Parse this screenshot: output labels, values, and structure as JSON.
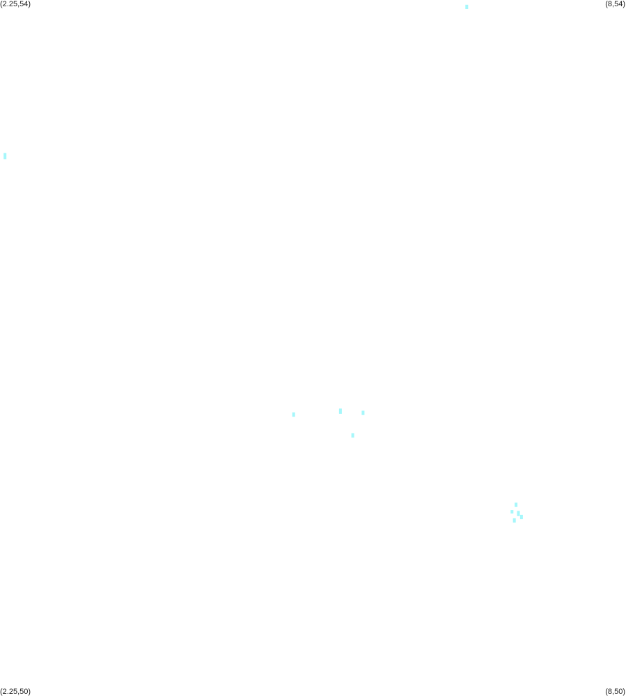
{
  "corners": {
    "top_left": "(2.25,54)",
    "top_right": "(8,54)",
    "bottom_left": "(2.25,50)",
    "bottom_right": "(8,50)"
  },
  "extent": {
    "x_min": 2.25,
    "x_max": 8,
    "y_min": 50,
    "y_max": 54
  },
  "marker_color": "#a6f7fb",
  "chart_data": {
    "type": "scatter",
    "xlim": [
      2.25,
      8
    ],
    "ylim": [
      50,
      54
    ],
    "points": [
      {
        "x": 6.537,
        "y": 53.96,
        "w": 0.0064,
        "h": 0.025
      },
      {
        "x": 2.296,
        "y": 53.1,
        "w": 0.0064,
        "h": 0.035
      },
      {
        "x": 4.947,
        "y": 51.61,
        "w": 0.0128,
        "h": 0.025
      },
      {
        "x": 5.377,
        "y": 51.63,
        "w": 0.0128,
        "h": 0.03
      },
      {
        "x": 5.585,
        "y": 51.62,
        "w": 0.0128,
        "h": 0.025
      },
      {
        "x": 5.49,
        "y": 51.49,
        "w": 0.0128,
        "h": 0.025
      },
      {
        "x": 6.99,
        "y": 51.09,
        "w": 0.0096,
        "h": 0.025
      },
      {
        "x": 6.953,
        "y": 51.05,
        "w": 0.0096,
        "h": 0.02
      },
      {
        "x": 7.012,
        "y": 51.04,
        "w": 0.0096,
        "h": 0.03
      },
      {
        "x": 7.04,
        "y": 51.02,
        "w": 0.0064,
        "h": 0.025
      },
      {
        "x": 6.975,
        "y": 51.0,
        "w": 0.0064,
        "h": 0.025
      }
    ]
  }
}
